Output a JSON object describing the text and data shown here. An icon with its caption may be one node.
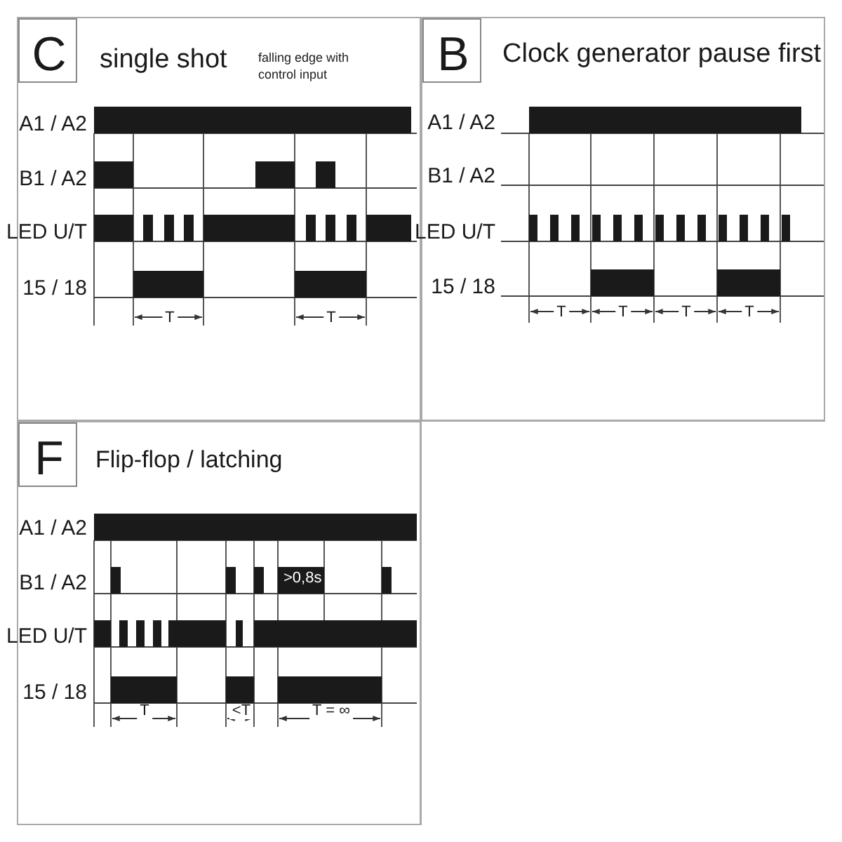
{
  "diagram": {
    "nodes": [
      {
        "text": [
          "single shot",
          "falling edge with control input",
          "A1 / A2",
          "B1 / A2",
          "LED U/T",
          "15 / 18",
          "T",
          "T"
        ]
      },
      {
        "text": [
          "C"
        ],
        "in": 0
      },
      {
        "text": [
          "Clock generator pause first",
          "A1 / A2",
          "B1 / A2",
          "LED U/T",
          "15 / 18",
          "T",
          "T",
          "T",
          "T"
        ]
      },
      {
        "text": [
          "B"
        ],
        "in": 2
      },
      {
        "text": [
          "Flip-flop / latching",
          "A1 / A2",
          "B1 / A2",
          ">0,8s",
          "LED U/T",
          "15 / 18",
          "T",
          "<T",
          "T = ∞"
        ]
      },
      {
        "text": [
          "F"
        ],
        "in": 4
      }
    ]
  }
}
